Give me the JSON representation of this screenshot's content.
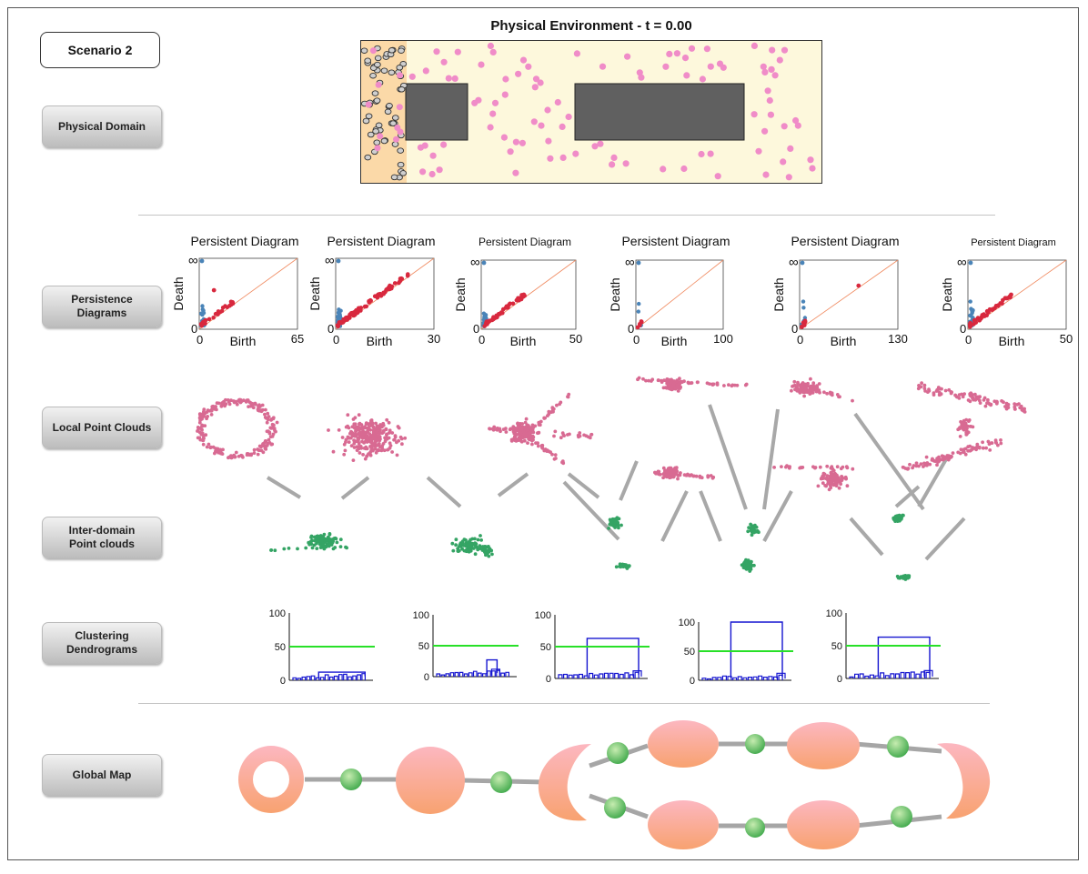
{
  "scenario_label": "Scenario 2",
  "physical_title": "Physical Environment -  t = 0.00",
  "row_buttons": {
    "physical_domain": "Physical Domain",
    "persistence": "Persistence\nDiagrams",
    "local_clouds": "Local Point Clouds",
    "inter_domain": "Inter-domain\nPoint clouds",
    "dendrograms": "Clustering\nDendrograms",
    "global_map": "Global Map"
  },
  "colors": {
    "arena_bg": "#fdf8dc",
    "start_zone": "#fbd9a8",
    "obstacle": "#606060",
    "agent_pink": "#f08cc8",
    "cloud_pink": "#d86a92",
    "cloud_green": "#34a464",
    "pd_blue": "#4a84b8",
    "pd_red": "#d8283e",
    "diag_line": "#f08a60",
    "dendro_blue": "#1414d0",
    "threshold_green": "#28e028",
    "node_pink": "#f9a890",
    "node_green": "#6cc26c"
  },
  "persistence_diagrams": [
    {
      "title": "Persistent Diagram",
      "xlabel": "Birth",
      "ylabel": "Death",
      "xmax": "65",
      "zero": "0",
      "inf": "∞"
    },
    {
      "title": "Persistent Diagram",
      "xlabel": "Birth",
      "ylabel": "Death",
      "xmax": "30",
      "zero": "0",
      "inf": "∞"
    },
    {
      "title": "Persistent Diagram",
      "xlabel": "Birth",
      "ylabel": "Death",
      "xmax": "50",
      "zero": "0",
      "inf": "∞"
    },
    {
      "title": "Persistent Diagram",
      "xlabel": "Birth",
      "ylabel": "Death",
      "xmax": "100",
      "zero": "0",
      "inf": "∞"
    },
    {
      "title": "Persistent Diagram",
      "xlabel": "Birth",
      "ylabel": "Death",
      "xmax": "130",
      "zero": "0",
      "inf": "∞"
    },
    {
      "title": "Persistent Diagram",
      "xlabel": "Birth",
      "ylabel": "Death",
      "xmax": "50",
      "zero": "0",
      "inf": "∞"
    }
  ],
  "dendrograms": [
    {
      "yticks": [
        "100",
        "50",
        "0"
      ],
      "threshold": 50,
      "top_merge": 12
    },
    {
      "yticks": [
        "100",
        "50",
        "0"
      ],
      "threshold": 50,
      "top_merge": 27
    },
    {
      "yticks": [
        "100",
        "50",
        "0"
      ],
      "threshold": 50,
      "top_merge": 63
    },
    {
      "yticks": [
        "100",
        "50",
        "0"
      ],
      "threshold": 50,
      "top_merge": 100
    },
    {
      "yticks": [
        "100",
        "50",
        "0"
      ],
      "threshold": 50,
      "top_merge": 63
    }
  ]
}
